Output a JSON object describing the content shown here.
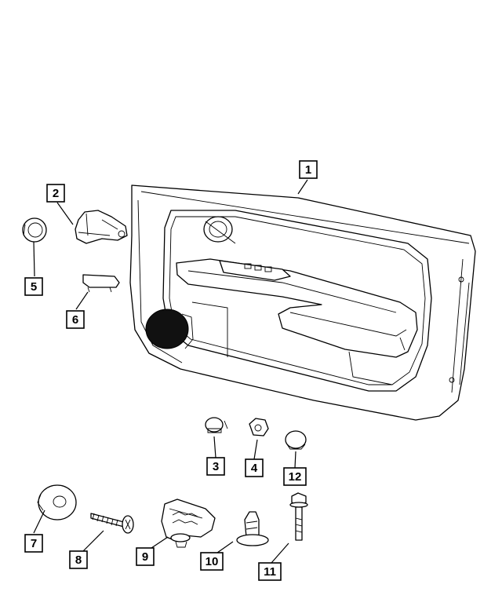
{
  "diagram": {
    "callouts": [
      {
        "id": "callout-1",
        "label": "1"
      },
      {
        "id": "callout-2",
        "label": "2"
      },
      {
        "id": "callout-3",
        "label": "3"
      },
      {
        "id": "callout-4",
        "label": "4"
      },
      {
        "id": "callout-5",
        "label": "5"
      },
      {
        "id": "callout-6",
        "label": "6"
      },
      {
        "id": "callout-7",
        "label": "7"
      },
      {
        "id": "callout-8",
        "label": "8"
      },
      {
        "id": "callout-9",
        "label": "9"
      },
      {
        "id": "callout-10",
        "label": "10"
      },
      {
        "id": "callout-11",
        "label": "11"
      },
      {
        "id": "callout-12",
        "label": "12"
      }
    ]
  }
}
